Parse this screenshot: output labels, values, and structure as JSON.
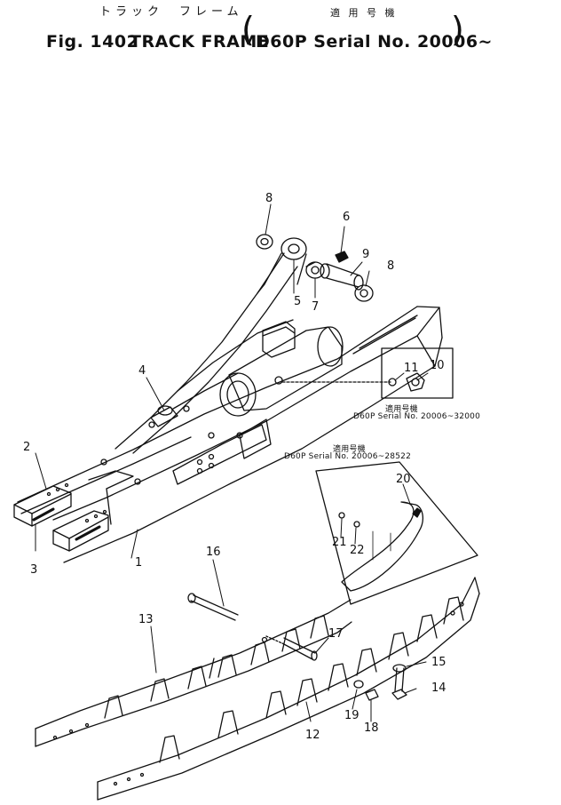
{
  "header": {
    "jp_part_name": "トラック　フレーム",
    "jp_applicable": "適 用 号 機",
    "fig_number": "Fig. 1402",
    "part_name": "TRACK FRAME",
    "open_paren": "(",
    "close_paren": ")",
    "serial": "D60P Serial No. 20006~"
  },
  "callouts": [
    {
      "id": "c1",
      "text": "1"
    },
    {
      "id": "c2",
      "text": "2"
    },
    {
      "id": "c3",
      "text": "3"
    },
    {
      "id": "c4",
      "text": "4"
    },
    {
      "id": "c5",
      "text": "5"
    },
    {
      "id": "c6",
      "text": "6"
    },
    {
      "id": "c7",
      "text": "7"
    },
    {
      "id": "c8a",
      "text": "8"
    },
    {
      "id": "c8b",
      "text": "8"
    },
    {
      "id": "c9",
      "text": "9"
    },
    {
      "id": "c10",
      "text": "10"
    },
    {
      "id": "c11",
      "text": "11"
    },
    {
      "id": "c12",
      "text": "12"
    },
    {
      "id": "c13",
      "text": "13"
    },
    {
      "id": "c14",
      "text": "14"
    },
    {
      "id": "c15",
      "text": "15"
    },
    {
      "id": "c16",
      "text": "16"
    },
    {
      "id": "c17",
      "text": "17"
    },
    {
      "id": "c18",
      "text": "18"
    },
    {
      "id": "c19",
      "text": "19"
    },
    {
      "id": "c20",
      "text": "20"
    },
    {
      "id": "c21",
      "text": "21"
    },
    {
      "id": "c22",
      "text": "22"
    }
  ],
  "notes": {
    "note1_jp": "適用号機",
    "note1_serial": "D60P  Serial  No.  20006~32000",
    "note2_jp": "適用号機",
    "note2_serial": "D60P  Serial  No.  20006~28522"
  }
}
